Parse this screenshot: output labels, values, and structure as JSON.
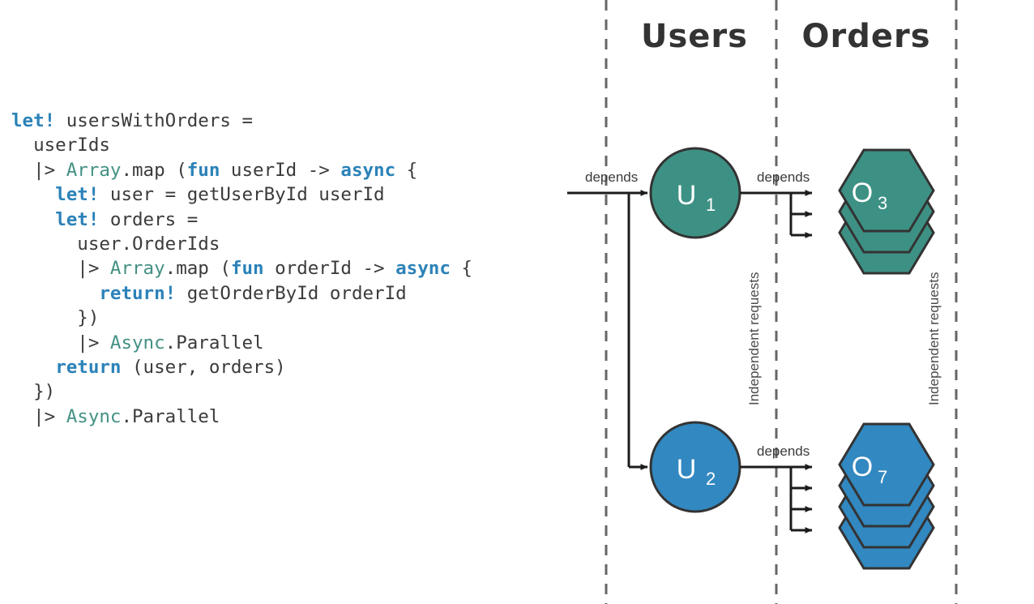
{
  "code": {
    "language": "F#",
    "lines": [
      [
        {
          "t": "let!",
          "c": "kw"
        },
        {
          "t": " usersWithOrders =",
          "c": "plain"
        }
      ],
      [
        {
          "t": "  userIds",
          "c": "plain"
        }
      ],
      [
        {
          "t": "  |> ",
          "c": "plain"
        },
        {
          "t": "Array",
          "c": "mod"
        },
        {
          "t": ".map (",
          "c": "plain"
        },
        {
          "t": "fun",
          "c": "kw"
        },
        {
          "t": " userId -> ",
          "c": "plain"
        },
        {
          "t": "async",
          "c": "kw"
        },
        {
          "t": " {",
          "c": "plain"
        }
      ],
      [
        {
          "t": "    ",
          "c": "plain"
        },
        {
          "t": "let!",
          "c": "kw"
        },
        {
          "t": " user = getUserById userId",
          "c": "plain"
        }
      ],
      [
        {
          "t": "    ",
          "c": "plain"
        },
        {
          "t": "let!",
          "c": "kw"
        },
        {
          "t": " orders =",
          "c": "plain"
        }
      ],
      [
        {
          "t": "      user.OrderIds",
          "c": "plain"
        }
      ],
      [
        {
          "t": "      |> ",
          "c": "plain"
        },
        {
          "t": "Array",
          "c": "mod"
        },
        {
          "t": ".map (",
          "c": "plain"
        },
        {
          "t": "fun",
          "c": "kw"
        },
        {
          "t": " orderId -> ",
          "c": "plain"
        },
        {
          "t": "async",
          "c": "kw"
        },
        {
          "t": " {",
          "c": "plain"
        }
      ],
      [
        {
          "t": "        ",
          "c": "plain"
        },
        {
          "t": "return!",
          "c": "kw"
        },
        {
          "t": " getOrderById orderId",
          "c": "plain"
        }
      ],
      [
        {
          "t": "      })",
          "c": "plain"
        }
      ],
      [
        {
          "t": "      |> ",
          "c": "plain"
        },
        {
          "t": "Async",
          "c": "mod"
        },
        {
          "t": ".Parallel",
          "c": "plain"
        }
      ],
      [
        {
          "t": "    ",
          "c": "plain"
        },
        {
          "t": "return",
          "c": "kw"
        },
        {
          "t": " (user, orders)",
          "c": "plain"
        }
      ],
      [
        {
          "t": "  })",
          "c": "plain"
        }
      ],
      [
        {
          "t": "  |> ",
          "c": "plain"
        },
        {
          "t": "Async",
          "c": "mod"
        },
        {
          "t": ".Parallel",
          "c": "plain"
        }
      ]
    ]
  },
  "diagram": {
    "lanes": [
      {
        "id": "users",
        "title": "Users"
      },
      {
        "id": "orders",
        "title": "Orders"
      }
    ],
    "edge_labels": {
      "entry_to_u1": "depends",
      "u1_to_o3": "depends",
      "u2_to_o7": "depends"
    },
    "side_labels": {
      "users_column": "Independent requests",
      "orders_column": "Independent requests"
    },
    "nodes": [
      {
        "id": "u1",
        "base": "U",
        "sub": "1",
        "shape": "circle",
        "color": "#3d9184",
        "lane": "users"
      },
      {
        "id": "u2",
        "base": "U",
        "sub": "2",
        "shape": "circle",
        "color": "#3288c0",
        "lane": "users"
      },
      {
        "id": "o3",
        "base": "O",
        "sub": "3",
        "shape": "hexagon-stack",
        "stack": 3,
        "color": "#3d9184",
        "lane": "orders"
      },
      {
        "id": "o7",
        "base": "O",
        "sub": "7",
        "shape": "hexagon-stack",
        "stack": 4,
        "color": "#3288c0",
        "lane": "orders"
      }
    ],
    "colors": {
      "teal": "#3d9184",
      "blue": "#3288c0",
      "stroke": "#333333",
      "dashed_divider": "#666666",
      "text": "#3b3b3b"
    },
    "arrow_counts": {
      "o3_fanout": 3,
      "o7_fanout": 4
    }
  }
}
